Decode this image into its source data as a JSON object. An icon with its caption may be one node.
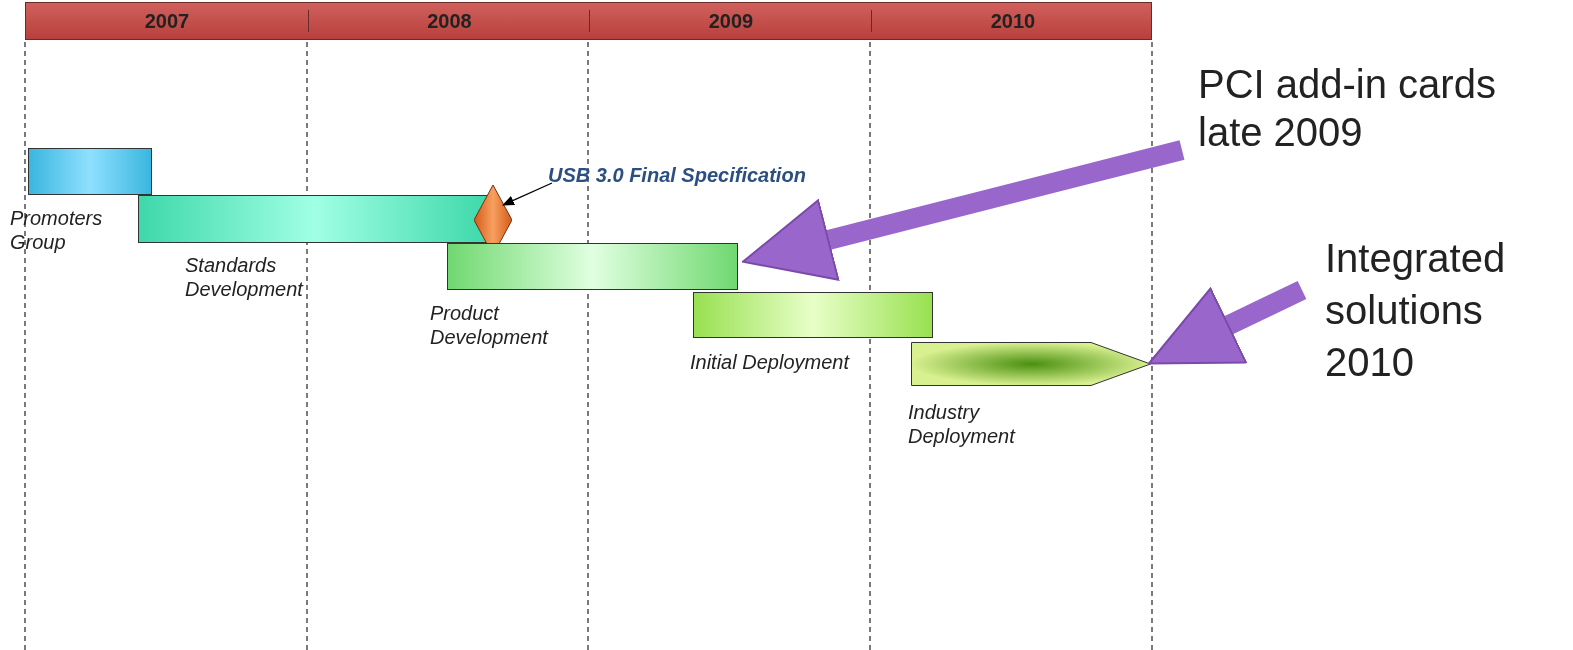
{
  "diagram": {
    "nodes": [
      {
        "text": [
          "Promoters Group"
        ]
      },
      {
        "text": [
          "Standards Development"
        ]
      },
      {
        "text": [],
        "shape": "diamond"
      },
      {
        "text": [
          "USB 3.0 Final Specification"
        ]
      },
      {
        "text": [
          "Product Development"
        ]
      },
      {
        "text": [
          "Initial Deployment"
        ]
      },
      {
        "text": [
          "Industry Deployment"
        ]
      },
      {
        "text": [
          "PCI add-in cards late 2009"
        ]
      },
      {
        "text": [
          "Integrated solutions 2010"
        ]
      }
    ],
    "edges": [
      {
        "from": 3,
        "to": 2,
        "arrow": "to",
        "color": "#000000"
      },
      {
        "from": 7,
        "to": 4,
        "arrow": "to"
      },
      {
        "from": 8,
        "to": 6,
        "arrow": "to"
      }
    ],
    "labels": [
      "2007",
      "2008",
      "2009",
      "2010"
    ]
  }
}
